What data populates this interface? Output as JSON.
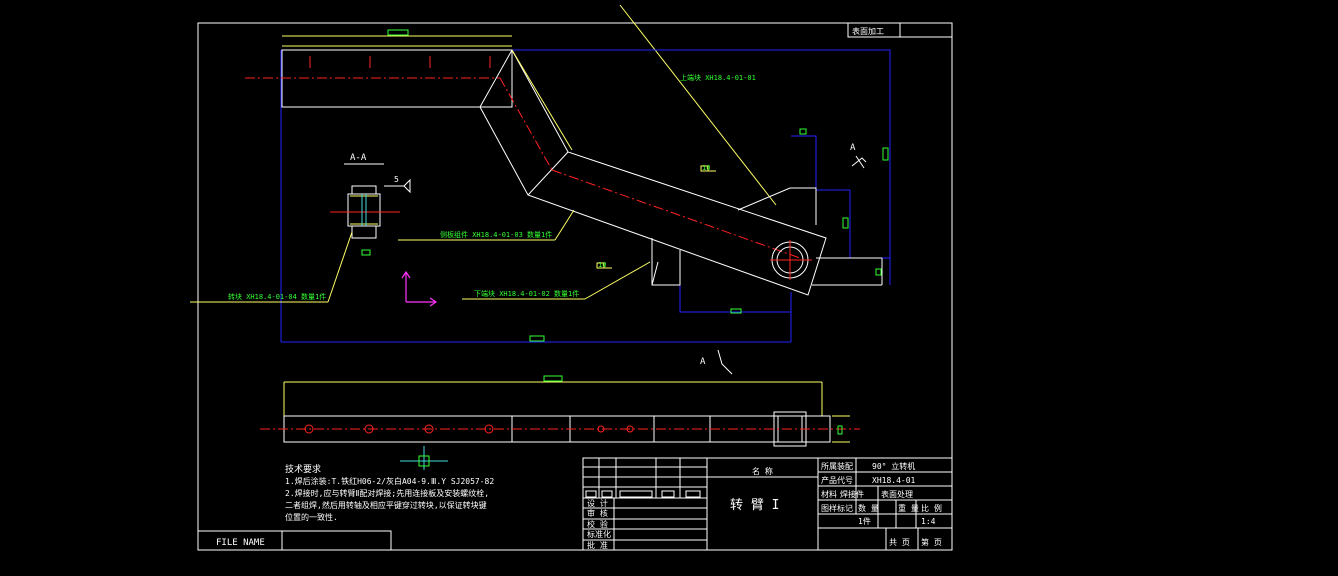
{
  "title_block": {
    "surface_finish": "表面加工",
    "assembly_label": "所属装配",
    "assembly_value": "90° 立转机",
    "product_code_label": "产品代号",
    "product_code_value": "XH18.4-01",
    "material_label": "材料",
    "material_value": "焊接件",
    "surface_treatment": "表面处理",
    "part_name_header": "名 称",
    "part_name": "转 臂 I",
    "drawing_mark": "图样标记",
    "quantity": "数 量",
    "weight": "重 量",
    "scale_label": "比 例",
    "qty_value": "1件",
    "scale_value": "1:4",
    "total_sheets": "共 页",
    "sheet_no": "第 页",
    "design": "设 计",
    "review": "审 核",
    "check": "校 验",
    "standard": "标准化",
    "approve": "批 准"
  },
  "notes": {
    "heading": "技术要求",
    "line1": "1.焊后涂装:T.铁红H06-2/灰白A04-9.Ⅲ.Y SJ2057-82",
    "line2": "2.焊接时,应与转臂Ⅱ配对焊接;先用连接板及安装螺纹栓,",
    "line3": "二者组焊,然后用转轴及相应平键穿过转块,以保证转块键",
    "line4": "位置的一致性."
  },
  "file_name_label": "FILE NAME",
  "section": {
    "title": "A-A",
    "weld": "5"
  },
  "view_marks": {
    "a1": "A",
    "a2": "A"
  },
  "callouts": {
    "upper_block": "上端块 XH18.4-01-01",
    "connector": "侧板组件 XH18.4-01-03 数量1件",
    "lower_block": "下端块 XH18.4-01-02 数量1件",
    "rotor_block": "转块 XH18.4-01-04 数量1件"
  },
  "weld_tags": {
    "t1": "10",
    "t2": "10"
  },
  "colors": {
    "background": "#000000",
    "outline": "#ffffff",
    "hidden": "#ffff66",
    "dimension": "#2222ff",
    "centerline": "#ff2222",
    "annotation": "#33ff33",
    "axis": "#ff33ff"
  }
}
